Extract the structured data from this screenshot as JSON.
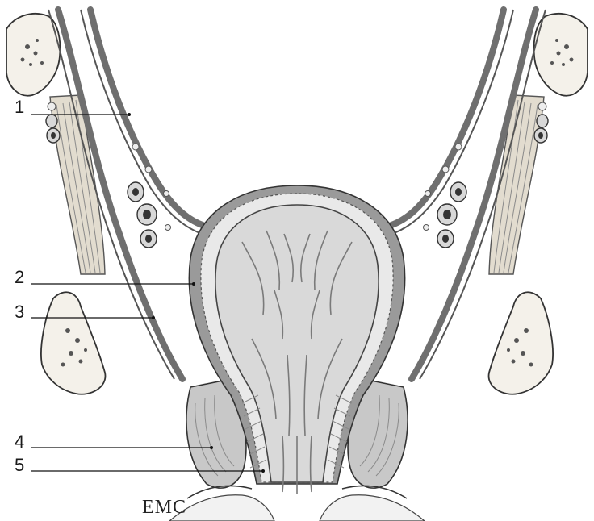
{
  "figure": {
    "callouts": [
      {
        "id": "1",
        "label": "1"
      },
      {
        "id": "2",
        "label": "2"
      },
      {
        "id": "3",
        "label": "3"
      },
      {
        "id": "4",
        "label": "4"
      },
      {
        "id": "5",
        "label": "5"
      }
    ],
    "logo": "EMC"
  }
}
